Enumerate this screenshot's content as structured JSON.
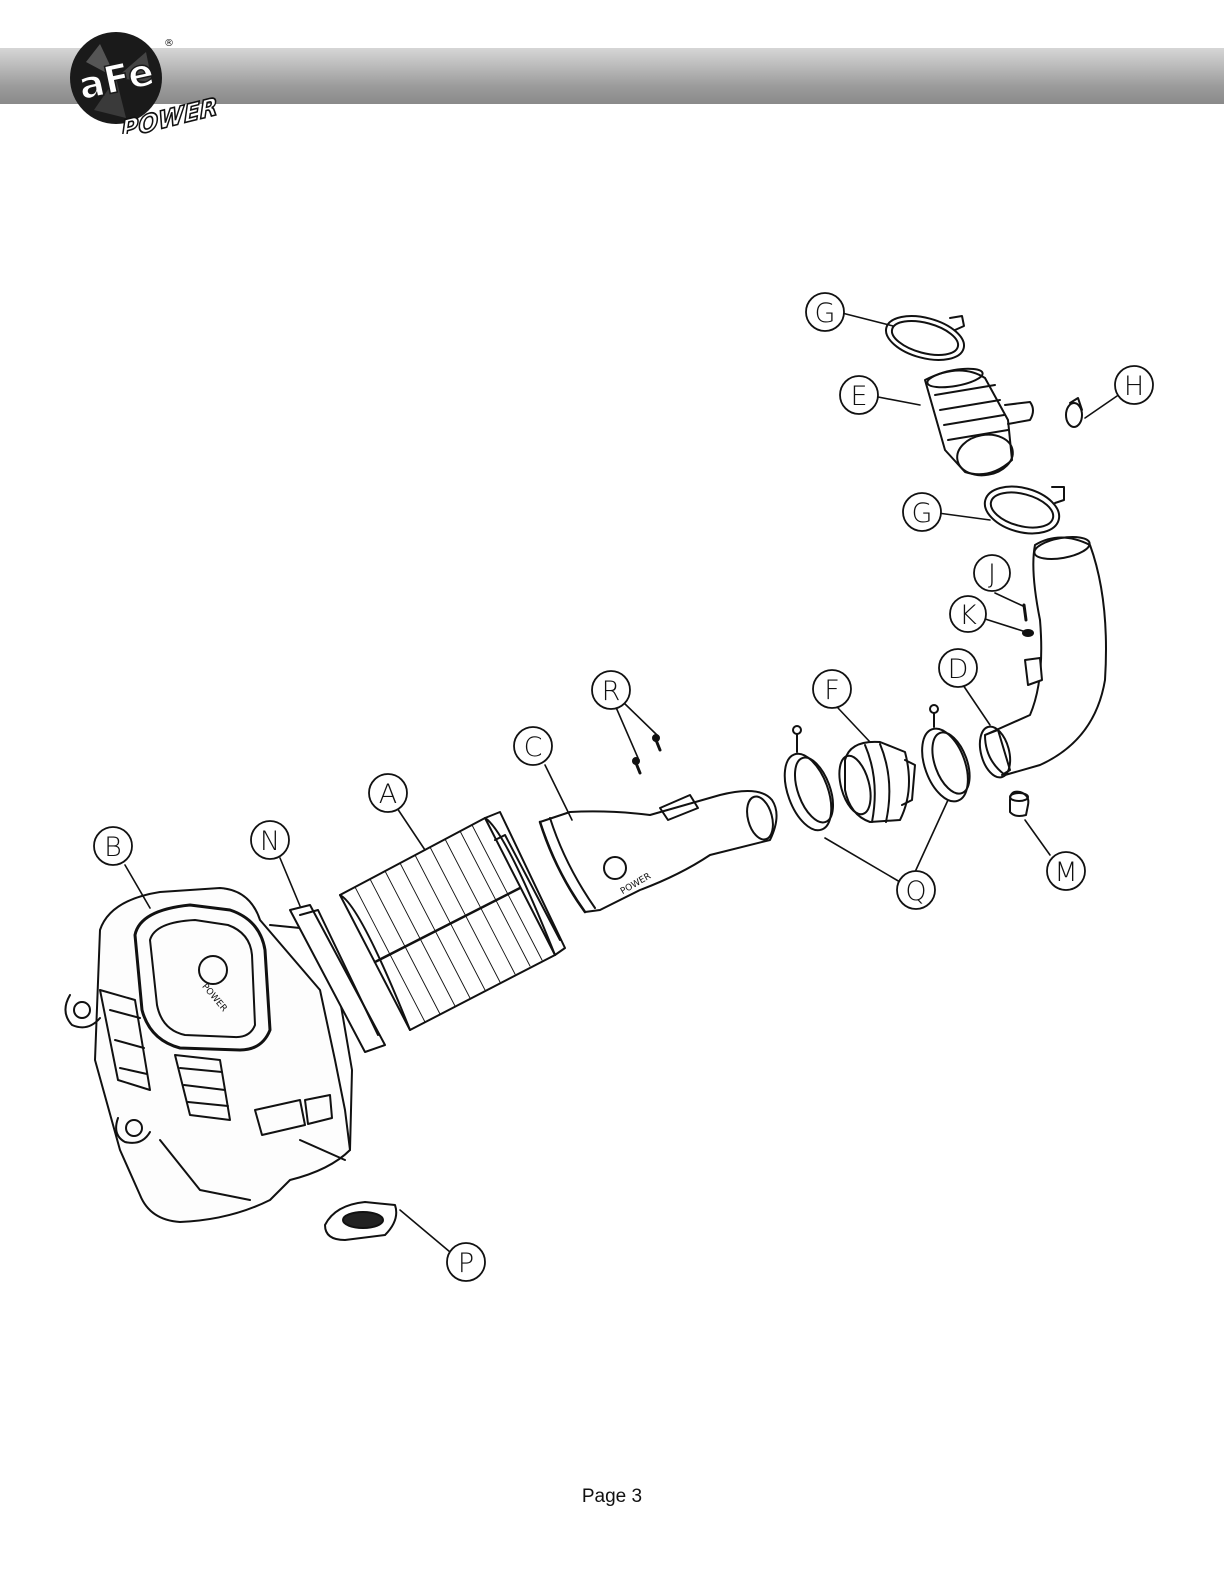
{
  "header": {
    "logo": {
      "wordmark": "aFe",
      "subtext": "POWER",
      "registered": "®"
    }
  },
  "callouts": {
    "a": "A",
    "b": "B",
    "c": "C",
    "d": "D",
    "e": "E",
    "f": "F",
    "g1": "G",
    "g2": "G",
    "h": "H",
    "j": "J",
    "k": "K",
    "m": "M",
    "n": "N",
    "p": "P",
    "q": "Q",
    "r": "R"
  },
  "footer": {
    "page_label": "Page 3"
  },
  "colors": {
    "line": "#111111",
    "header_dark": "#8a8a8a",
    "header_light": "#d6d6d6"
  }
}
